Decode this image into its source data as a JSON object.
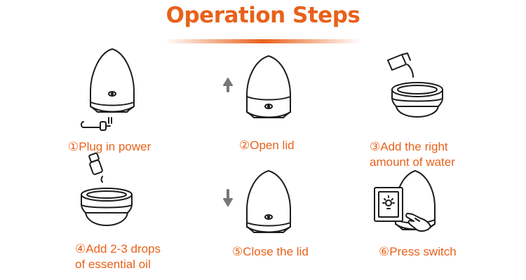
{
  "title": "Operation Steps",
  "steps": [
    {
      "lines": [
        "①Plug in power"
      ]
    },
    {
      "lines": [
        "②Open lid"
      ]
    },
    {
      "lines": [
        "③Add the right",
        "amount of water"
      ]
    },
    {
      "lines": [
        "④Add 2-3 drops",
        "of essential oil"
      ]
    },
    {
      "lines": [
        "⑤Close the lid"
      ]
    },
    {
      "lines": [
        "⑥Press switch"
      ]
    }
  ],
  "colors": {
    "accent": "#e8611a",
    "ink": "#1c1c1c",
    "arrow": "#777777"
  },
  "icons": [
    "diffuser-icon",
    "power-plug-icon",
    "up-arrow-icon",
    "water-pitcher-icon",
    "oil-dropper-icon",
    "down-arrow-icon",
    "switch-panel-icon",
    "pointing-hand-icon"
  ]
}
